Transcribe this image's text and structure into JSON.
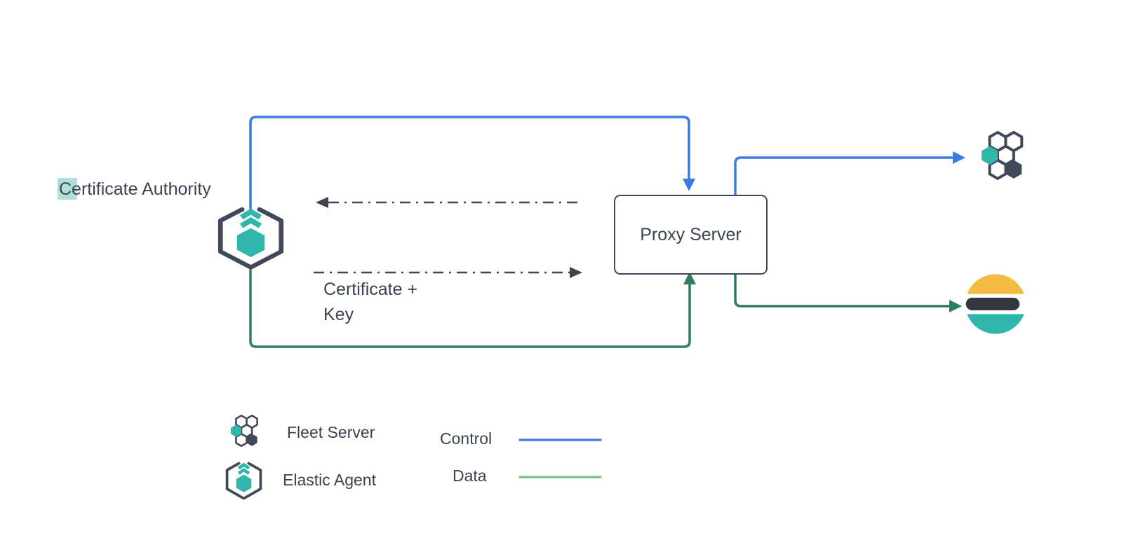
{
  "diagram": {
    "labels": {
      "certificate_authority": "Certificate Authority",
      "proxy_server": "Proxy Server",
      "certificate_key": "Certificate +\nKey"
    },
    "legend": {
      "fleet_server": "Fleet Server",
      "elastic_agent": "Elastic Agent",
      "control": "Control",
      "data": "Data"
    },
    "icons": {
      "left_node": "elastic-agent-icon",
      "top_right_node": "fleet-server-icon",
      "bottom_right_node": "elasticsearch-icon"
    },
    "colors": {
      "control_blue": "#3b7ae3",
      "data_green": "#2e7d5e",
      "legend_data_green": "#7cc483",
      "teal": "#2fb7ac",
      "slate": "#40485a",
      "es_dark": "#343741",
      "es_yellow": "#f3bb42",
      "arrow_gray": "#3f464d",
      "highlight_teal": "#6fc2b8",
      "text_dark": "#3a4450"
    }
  }
}
